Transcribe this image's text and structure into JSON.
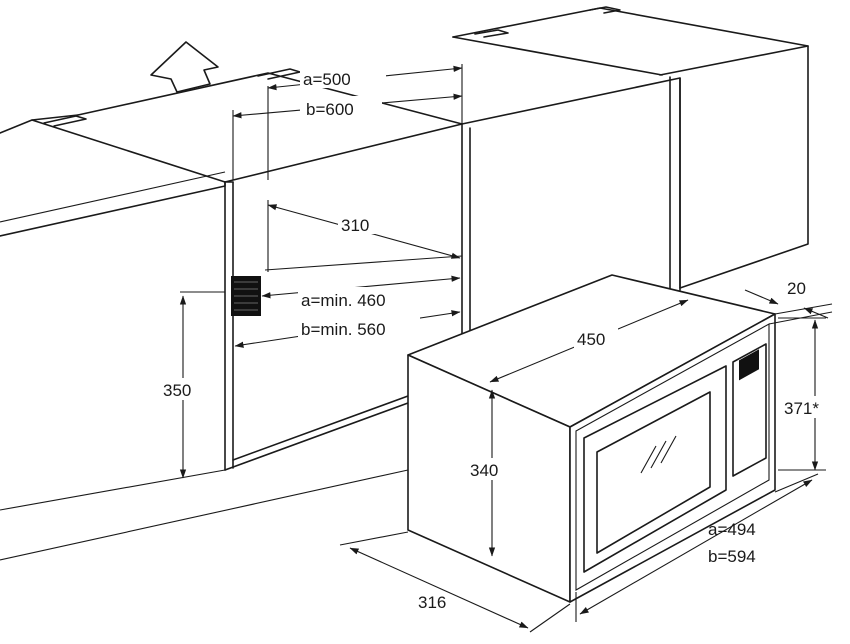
{
  "labels": {
    "niche_depth_a": "a=500",
    "niche_depth_b": "b=600",
    "bracket_depth": "310",
    "niche_width_a": "a=min. 460",
    "niche_width_b": "b=min. 560",
    "niche_height": "350",
    "oven_width": "450",
    "frame_depth": "20",
    "frame_height": "371*",
    "oven_height": "340",
    "frame_width_a": "a=494",
    "frame_width_b": "b=594",
    "oven_depth": "316"
  },
  "icons": {
    "direction_arrow": "up-arrow-icon"
  },
  "colors": {
    "line": "#1a1a1a",
    "background": "#ffffff",
    "vent": "#111111"
  }
}
